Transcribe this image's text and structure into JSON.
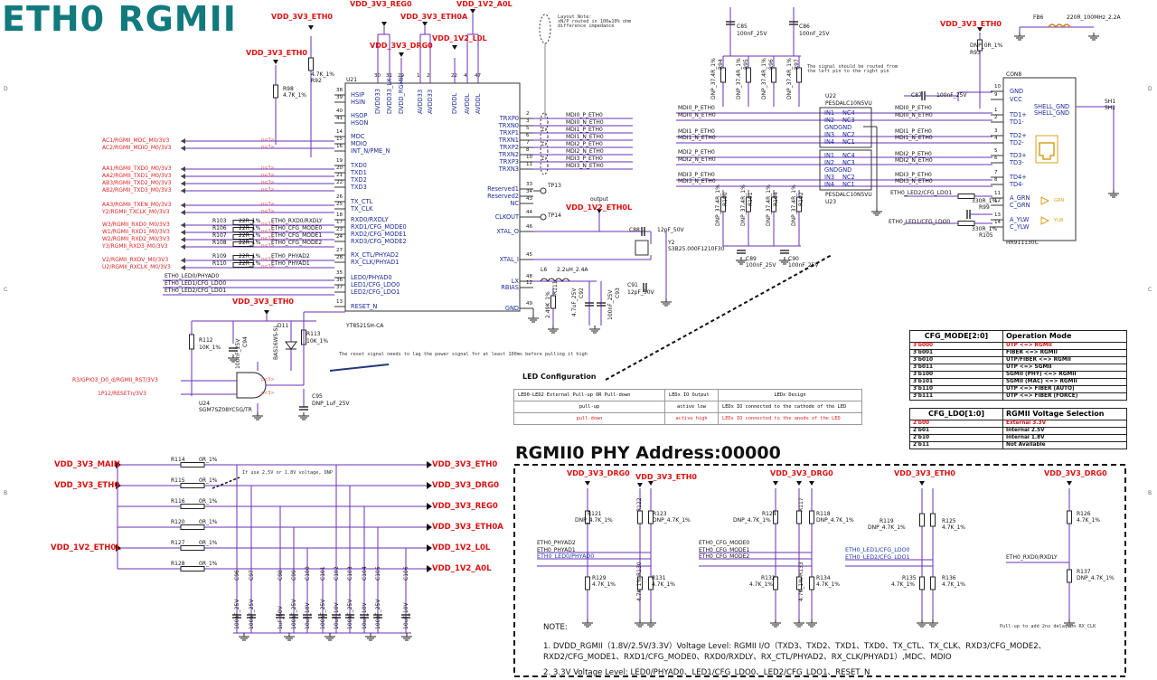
{
  "title": "ETH0 RGMII",
  "power_labels": {
    "vdd_eth0_a": "VDD_3V3_ETH0",
    "vdd_reg0": "VDD_3V3_REG0",
    "vdd_eth0a": "VDD_3V3_ETH0A",
    "vdd_a0l": "VDD_1V2_A0L",
    "vdd_drg0": "VDD_3V3_DRG0",
    "vdd_l0l": "VDD_1V2_L0L",
    "vdd_eth0_b": "VDD_3V3_ETH0",
    "vdd_eth0_c": "VDD_3V3_ETH0",
    "vdd_eth0_d": "VDD_3V3_ETH0",
    "vdd_output": "VDD_1V2_ETH0L",
    "output_note": "output"
  },
  "left_signals": [
    "AC1/RGMII_MDC_M0/3V3",
    "AC2/RGMII_MDIO_M0/3V3",
    "AA1/RGMII_TXD0_M0/3V3",
    "AA2/RGMII_TXD1_M0/3V3",
    "AB3/RGMII_TXD2_M0/3V3",
    "AB2/RGMII_TXD3_M0/3V3",
    "AA3/RGMII_TXEN_M0/3V3",
    "Y2/RGMII_TXCLK_M0/3V3",
    "W3/RGMII_RXD0_M0/3V3",
    "W1/RGMII_RXD1_M0/3V3",
    "W2/RGMII_RXD2_M0/3V3",
    "Y3/RGMII_RXD3_M0/3V3",
    "V2/RGMII_RXDV_M0/3V3",
    "U2/RGMII_RXCLK_M0/3V3",
    "R3/GPIO3_D0_d/RGMII_RST/3V3",
    "1P12/RESETn/3V3"
  ],
  "small_marks": [
    "p<3>",
    "p<3>",
    "p<3>",
    "p<3>",
    "p<3>",
    "p<3>",
    "p<3>",
    "p<3>",
    "p<3>",
    "p<3>",
    "p<3>",
    "p<3>",
    "p<3>",
    "p<3>",
    "p<3>",
    "p<3>"
  ],
  "rx_resistors": [
    {
      "ref": "R103",
      "val": "22R_1%",
      "net": "ETH0_RXD0/RXDLY"
    },
    {
      "ref": "R106",
      "val": "22R_1%",
      "net": "ETH0_CFG_MODE0"
    },
    {
      "ref": "R107",
      "val": "22R_1%",
      "net": "ETH0_CFG_MODE1"
    },
    {
      "ref": "R108",
      "val": "22R_1%",
      "net": "ETH0_CFG_MODE2"
    },
    {
      "ref": "R109",
      "val": "22R_1%",
      "net": "ETH0_PHYAD2"
    },
    {
      "ref": "R110",
      "val": "22R_1%",
      "net": "ETH0_PHYAD1"
    }
  ],
  "led_nets": [
    "ETH0_LED0/PHYAD0",
    "ETH0_LED1/CFG_LDO0",
    "ETH0_LED2/CFG_LDO1"
  ],
  "u21": {
    "ref": "U21",
    "part": "YT8521SH-CA",
    "top_pins": [
      "DVDD33",
      "DVDD33_LX",
      "DVDD_RGMII",
      "AVDD33",
      "AVDD33",
      "DVDDL",
      "AVDDL",
      "AVDDL"
    ],
    "top_nums": [
      "30",
      "31",
      "29",
      "1",
      "2",
      "22",
      "4",
      "47"
    ],
    "left_pins": [
      [
        "38",
        "HSIP"
      ],
      [
        "39",
        "HSIN"
      ],
      [
        "40",
        "HSOP"
      ],
      [
        "41",
        "HSON"
      ],
      [
        "14",
        "MDC"
      ],
      [
        "15",
        "MDIO"
      ],
      [
        "16",
        "INT_N/PME_N"
      ],
      [
        "19",
        "TXD0"
      ],
      [
        "20",
        "TXD1"
      ],
      [
        "21",
        "TXD2"
      ],
      [
        "22",
        "TXD3"
      ],
      [
        "26",
        "TX_CTL"
      ],
      [
        "25",
        "TX_CLK"
      ],
      [
        "18",
        "RXD0/RXDLY"
      ],
      [
        "17",
        "RXD1/CFG_MODE0"
      ],
      [
        "23",
        "RXD2/CFG_MODE1"
      ],
      [
        "24",
        "RXD3/CFG_MODE2"
      ],
      [
        "27",
        "RX_CTL/PHYAD2"
      ],
      [
        "28",
        "RX_CLK/PHYAD1"
      ],
      [
        "35",
        "LED0/PHYAD0"
      ],
      [
        "36",
        "LED1/CFG_LDO0"
      ],
      [
        "37",
        "LED2/CFG_LDO1"
      ],
      [
        "13",
        "RESET_N"
      ]
    ],
    "right_pins": [
      [
        "2",
        "TRXP0"
      ],
      [
        "3",
        "TRXN0"
      ],
      [
        "5",
        "TRXP1"
      ],
      [
        "6",
        "TRXN1"
      ],
      [
        "7",
        "TRXP2"
      ],
      [
        "8",
        "TRXN2"
      ],
      [
        "10",
        "TRXP3"
      ],
      [
        "11",
        "TRXN3"
      ],
      [
        "33",
        "Reserved1"
      ],
      [
        "34",
        "Reserved2"
      ],
      [
        "43",
        "NC"
      ],
      [
        "44",
        "CLKOUT"
      ],
      [
        "46",
        "XTAL_O"
      ],
      [
        "45",
        "XTAL_I"
      ],
      [
        "48",
        "LX"
      ],
      [
        "12",
        "RBIAS"
      ],
      [
        "49",
        "GND"
      ]
    ]
  },
  "mdi_nets": [
    "MDI0_P_ETH0",
    "MDI0_N_ETH0",
    "MDI1_P_ETH0",
    "MDI1_N_ETH0",
    "MDI2_P_ETH0",
    "MDI2_N_ETH0",
    "MDI3_P_ETH0",
    "MDI3_N_ETH0"
  ],
  "layout_note": "Layout Note:\nxN/P routed in 100±10% ohm\ndifference impedance",
  "route_note": "The signal should be routed from\nthe left pin to the right pin",
  "tp13": "TP13",
  "tp14": "TP14",
  "crystal": {
    "c88": "C88",
    "c88v": "12pF_50V",
    "y2": "Y2",
    "y2v": "S3B25.000F1210F30",
    "c91": "C91",
    "c91v": "12pF_50V"
  },
  "lx": {
    "l6": "L6",
    "l6v": "2.2uH_2.4A",
    "r111": "R111",
    "r111v": "2.49K_1%",
    "c92": "C92",
    "c92v": "4.7uF_25V",
    "c93": "C93",
    "c93v": "100nF_25V"
  },
  "caps_top": [
    {
      "ref": "C85",
      "val": "100nF_25V"
    },
    {
      "ref": "C86",
      "val": "100nF_25V"
    }
  ],
  "dnp_res": [
    "R94",
    "R95",
    "R96",
    "R97"
  ],
  "dnp_val": "DNP_37.4R_1%",
  "dnp_res_b": [
    "R100",
    "R101",
    "R104",
    "R102"
  ],
  "caps_mid": [
    {
      "ref": "C89",
      "val": "100nF_25V"
    },
    {
      "ref": "C90",
      "val": "100nF_25V"
    }
  ],
  "esd": {
    "u22": "U22",
    "u22p": "PESDALC10N5VU",
    "u23": "U23",
    "u23p": "PESDALC10N5VU",
    "pins_a": [
      "IN1",
      "IN2",
      "GNDGND",
      "IN3",
      "IN4"
    ],
    "pins_b": [
      "NC4",
      "NC3",
      "NC2",
      "NC1"
    ]
  },
  "c87": {
    "ref": "C87",
    "val": "100nF_25V"
  },
  "fb6": {
    "ref": "FB6",
    "val": "220R_100MHz_2.2A"
  },
  "r93": {
    "ref": "R93",
    "val": "DNP_0R_1%"
  },
  "con8": {
    "ref": "CON8",
    "part": "HR911130C",
    "pins_l": [
      "GND",
      "VCC",
      "TD1+",
      "TD1-",
      "TD2+",
      "TD2-",
      "TD3+",
      "TD3-",
      "TD4+",
      "TD4-",
      "A_GRN",
      "C_GRN",
      "A_YLW",
      "C_YLW"
    ],
    "pins_n": [
      "10",
      "9",
      "1",
      "2",
      "3",
      "4",
      "5",
      "6",
      "7",
      "8",
      "11",
      "12",
      "13",
      "14"
    ],
    "shell": [
      "SHELL_GND",
      "SHELL_GND"
    ],
    "shn": [
      "SH1",
      "SH2"
    ],
    "grn": "GRN",
    "ylw": "YLW"
  },
  "r99": {
    "ref": "R99",
    "val": "330R_1%",
    "net": "ETH0_LED2/CFG_LDO1"
  },
  "r105": {
    "ref": "R105",
    "val": "330R_1%",
    "net": "ETH0_LED1/CFG_LDO0"
  },
  "r98": {
    "ref": "R98",
    "val": "4.7K_1%"
  },
  "r92": {
    "ref": "R92",
    "val": "4.7K_1%"
  },
  "reset": {
    "d11": "D11",
    "d11p": "BAS16WS-SL",
    "r112": "R112",
    "r112v": "10K_1%",
    "c94": "C94",
    "c94v": "100nF_25V",
    "r113": "R113",
    "r113v": "10K_1%",
    "c95": "C95",
    "c95v": "DNP_1uF_25V",
    "u24": "U24",
    "u24p": "SGM7SZ08YC5G/TR"
  },
  "reset_note": "The reset signal needs to lag the power signal for at least 100ms before pulling it high",
  "led_config": {
    "title": "LED Configuration",
    "headers": [
      "LED0-LED2 External Pull-up OR Pull-down",
      "LEDx IO Output",
      "LEDx Design"
    ],
    "rows": [
      [
        "pull-up",
        "active low",
        "LEDx IO connected to the cathode of the LED"
      ],
      [
        "pull-down",
        "active high",
        "LEDx IO connected to the anode of the LED"
      ]
    ]
  },
  "cfg_mode": {
    "headers": [
      "CFG_MODE[2:0]",
      "Operation Mode"
    ],
    "rows": [
      [
        "3'b000",
        "UTP <=> RGMII"
      ],
      [
        "3'b001",
        "FIBER <=> RGMII"
      ],
      [
        "3'b010",
        "UTP/FIBER <=> RGMII"
      ],
      [
        "3'b011",
        "UTP <=> SGMII"
      ],
      [
        "3'b100",
        "SGMII (PHY) <=> RGMII"
      ],
      [
        "3'b101",
        "SGMII (MAC) <=> RGMII"
      ],
      [
        "3'b110",
        "UTP <=> FIBER (AUTO)"
      ],
      [
        "3'b111",
        "UTP <=> FIBER (FORCE)"
      ]
    ]
  },
  "cfg_ldo": {
    "headers": [
      "CFG_LDO[1:0]",
      "RGMII Voltage Selection"
    ],
    "rows": [
      [
        "2'b00",
        "External 3.3V"
      ],
      [
        "2'b01",
        "Internal 2.5V"
      ],
      [
        "2'b10",
        "Internal 1.8V"
      ],
      [
        "2'b11",
        "Not Available"
      ]
    ]
  },
  "phy_addr": "RGMII0 PHY Address:00000",
  "power_block": {
    "left": [
      "VDD_3V3_MAIN",
      "VDD_3V3_ETH0",
      "VDD_1V2_ETH0L"
    ],
    "right": [
      "VDD_3V3_ETH0",
      "VDD_3V3_DRG0",
      "VDD_3V3_REG0",
      "VDD_3V3_ETH0A",
      "VDD_1V2_L0L",
      "VDD_1V2_A0L"
    ],
    "res": [
      [
        "R114",
        "0R_1%"
      ],
      [
        "R115",
        "0R_1%"
      ],
      [
        "R116",
        "0R_1%"
      ],
      [
        "R120",
        "0R_1%"
      ],
      [
        "R127",
        "0R_1%"
      ],
      [
        "R128",
        "0R_1%"
      ]
    ],
    "note": "If  use 2.5V or 1.8V voltage,  DNP",
    "caps": [
      [
        "C96",
        "100nF_25V"
      ],
      [
        "C97",
        "100nF_25V"
      ],
      [
        "C98",
        "1uF_50V"
      ],
      [
        "C99",
        "100nF_25V"
      ],
      [
        "C100",
        "10uF_10V"
      ],
      [
        "C101",
        "100nF_25V"
      ],
      [
        "C102",
        "10uF_10V"
      ],
      [
        "C103",
        "100nF_25V"
      ],
      [
        "C104",
        "10uF_10V"
      ],
      [
        "C105",
        "100nF_25V"
      ],
      [
        "C106",
        "10uF_10V"
      ]
    ]
  },
  "straps": {
    "labels": [
      "VDD_3V3_DRG0",
      "VDD_3V3_ETH0",
      "VDD_3V3_DRG0",
      "VDD_3V3_ETH0",
      "VDD_3V3_DRG0"
    ],
    "g1": {
      "up": [
        [
          "R121",
          "DNP_4.7K_1%"
        ],
        [
          "R122",
          "4.7K_1%"
        ],
        [
          "R123",
          "DNP_4.7K_1%"
        ]
      ],
      "down": [
        [
          "R129",
          "4.7K_1%"
        ],
        [
          "R130",
          "4.7K_1%"
        ],
        [
          "R131",
          "4.7K_1%"
        ]
      ],
      "nets": [
        "ETH0_PHYAD2",
        "ETH0_PHYAD1",
        "ETH0_LED0/PHYAD0"
      ]
    },
    "g2": {
      "up": [
        [
          "R124",
          "DNP_4.7K_1%"
        ],
        [
          "R117",
          "4.7K_1%"
        ],
        [
          "R118",
          "DNP_4.7K_1%"
        ]
      ],
      "down": [
        [
          "R132",
          "4.7K_1%"
        ],
        [
          "R133",
          "4.7K_1%"
        ],
        [
          "R134",
          "4.7K_1%"
        ]
      ],
      "nets": [
        "ETH0_CFG_MODE0",
        "ETH0_CFG_MODE1",
        "ETH0_CFG_MODE2"
      ]
    },
    "g3": {
      "up": [
        [
          "R119",
          "DNP_4.7K_1%"
        ],
        [
          "R125",
          "4.7K_1%"
        ]
      ],
      "down": [
        [
          "R135",
          "4.7K_1%"
        ],
        [
          "R136",
          "4.7K_1%"
        ]
      ],
      "nets": [
        "ETH0_LED1/CFG_LDO0",
        "ETH0_LED2/CFG_LDO1"
      ]
    },
    "g4": {
      "up": [
        [
          "R126",
          "4.7K_1%"
        ]
      ],
      "down": [
        [
          "R137",
          "DNP_4.7K_1%"
        ]
      ],
      "nets": [
        "ETH0_RXD0/RXDLY"
      ]
    },
    "pullup_note": "Pull-up to add 2ns delay on RX_CLK"
  },
  "notes": {
    "head": "NOTE:",
    "n1": "1. DVDD_RGMII（1.8V/2.5V/3.3V）Voltage Level:  RGMII I/O（TXD3、TXD2、TXD1、TXD0、TX_CTL、TX_CLK、RXD3/CFG_MODE2、",
    "n1b": "RXD2/CFG_MODE1、RXD1/CFG_MODE0、RXD0/RXDLY、RX_CTL/PHYAD2、RX_CLK/PHYAD1）,MDC、MDIO",
    "n2": "2. 3.3V Voltage Level:  LED0/PHYAD0、LED1/CFG_LDO0、LED2/CFG_LDO1、RESET_N"
  },
  "edge_marks": {
    "right": [
      "D",
      "C",
      "B"
    ],
    "left": [
      "D",
      "C",
      "B"
    ]
  },
  "colors": {
    "title": "#117a7d",
    "power": "#d11",
    "net": "#1a3aa8",
    "wire": "#6a2fb8"
  }
}
